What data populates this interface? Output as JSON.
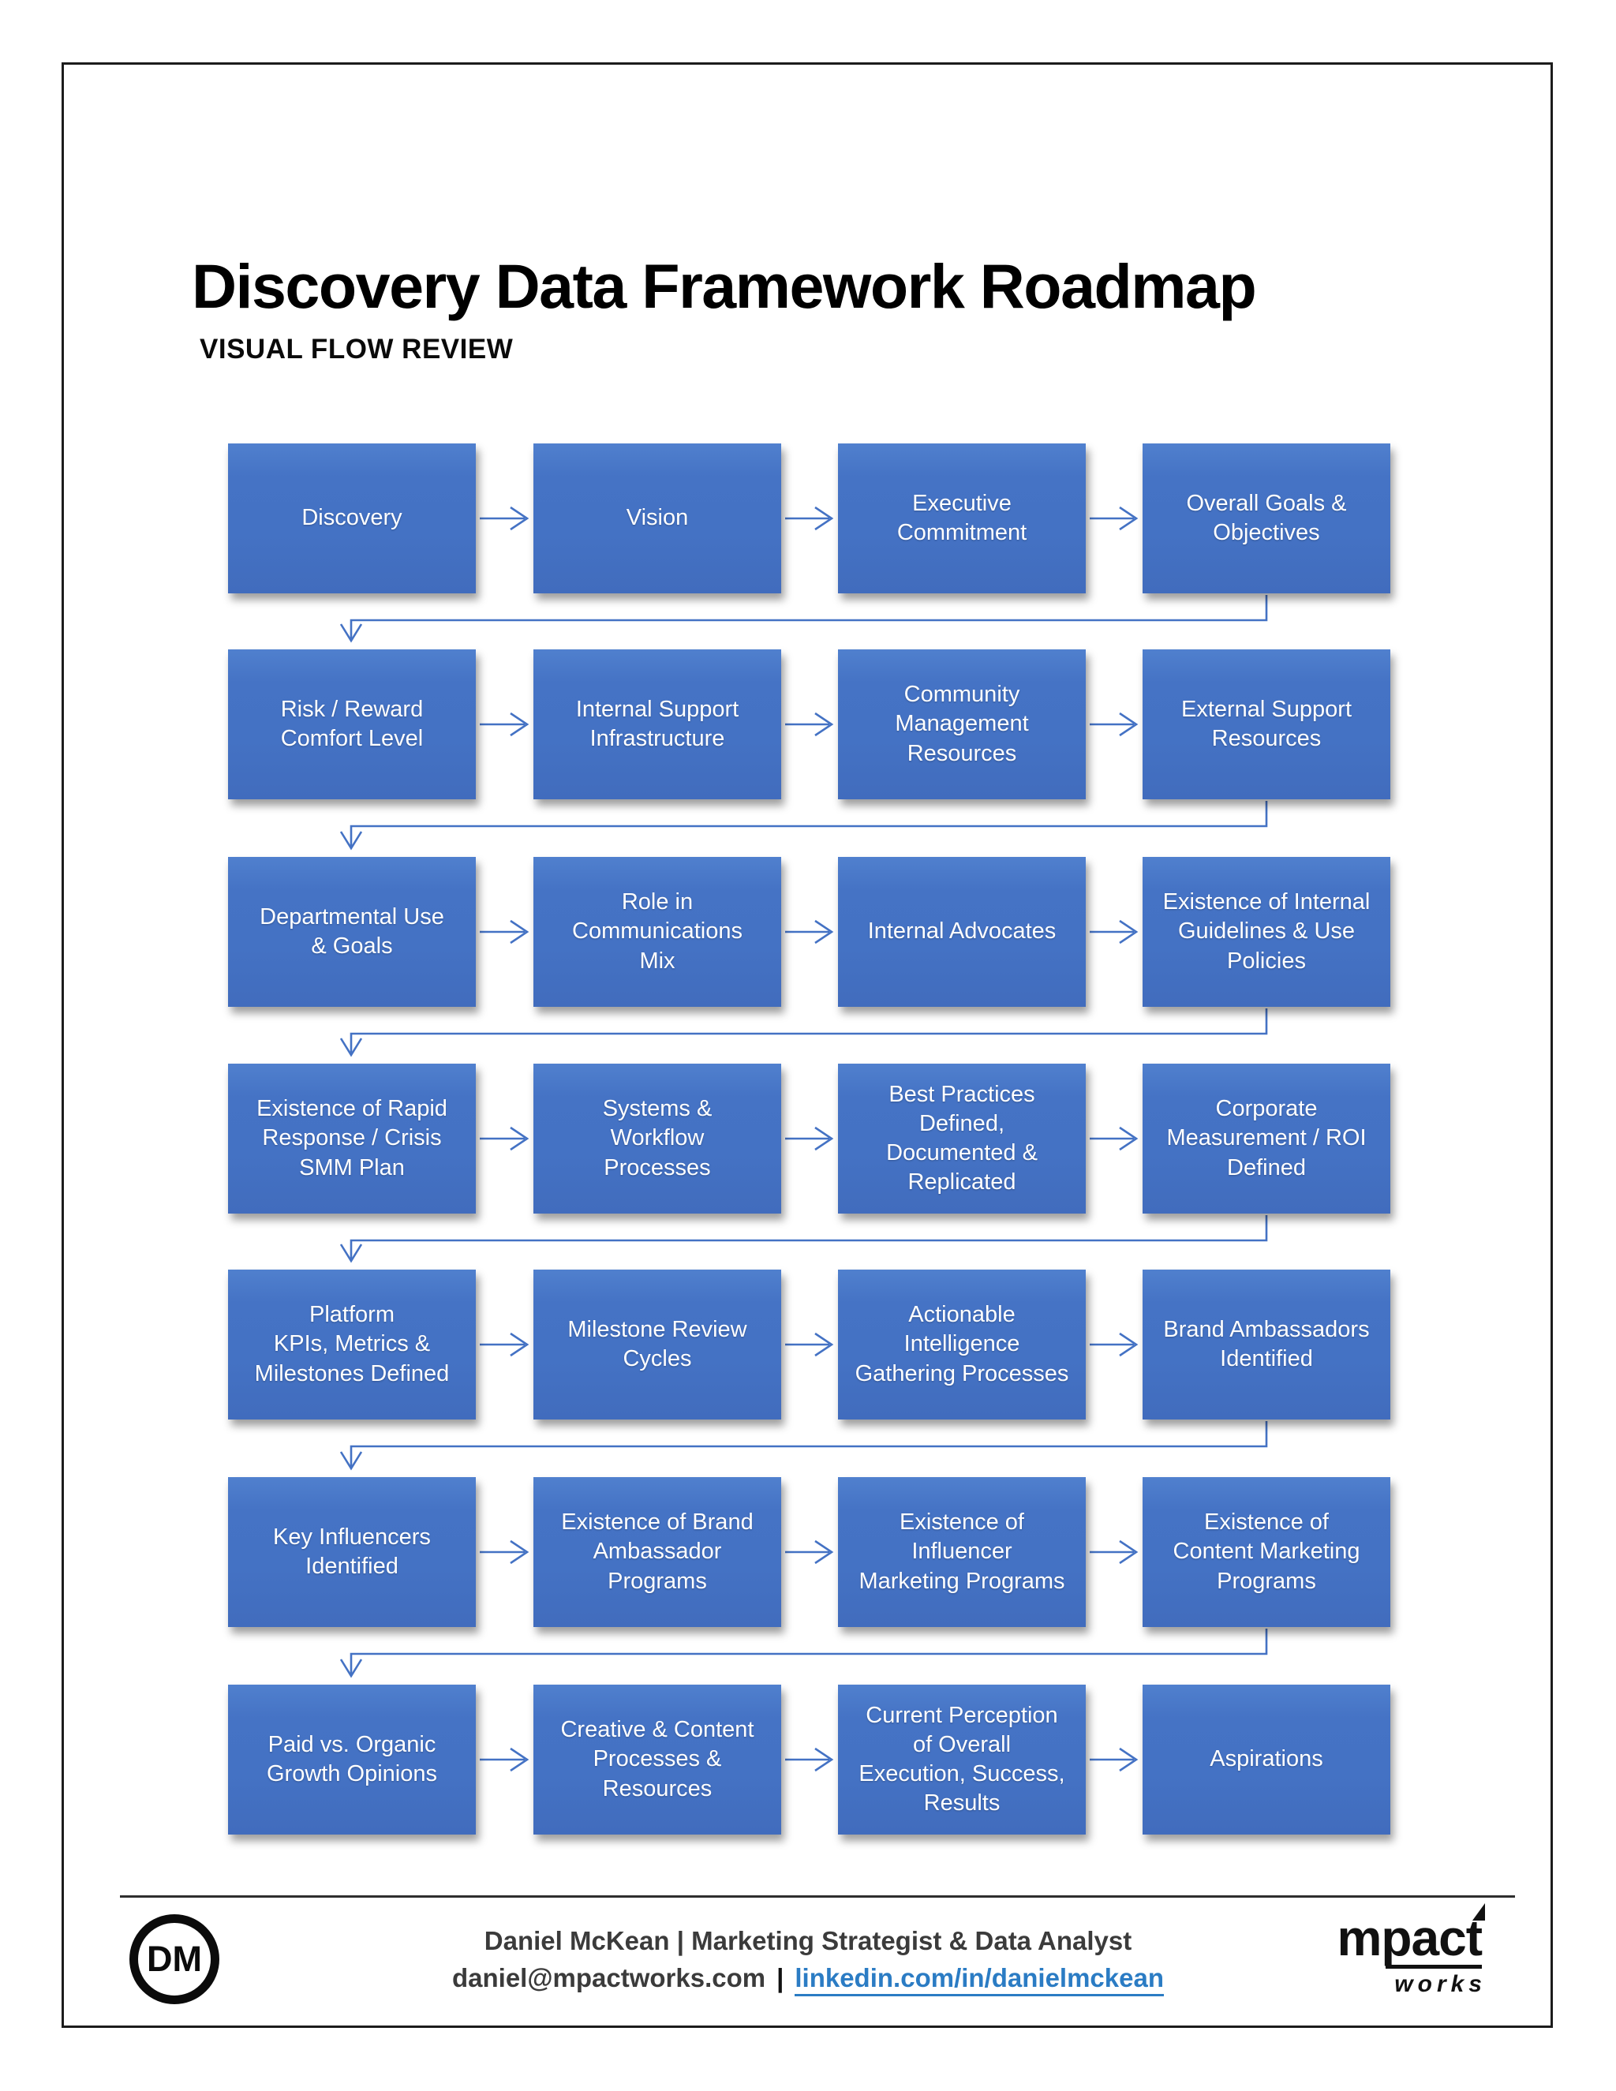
{
  "title": "Discovery Data Framework Roadmap",
  "subtitle": "VISUAL FLOW REVIEW",
  "colors": {
    "box_blue": "#4472C4",
    "arrow_blue": "#4472C4",
    "link_blue": "#2B7CC4",
    "frame_black": "#1C1C1C",
    "box_text": "#FFFFFF"
  },
  "rows": [
    [
      "Discovery",
      "Vision",
      "Executive\nCommitment",
      "Overall Goals &\nObjectives"
    ],
    [
      "Risk / Reward\nComfort Level",
      "Internal Support\nInfrastructure",
      "Community\nManagement\nResources",
      "External Support\nResources"
    ],
    [
      "Departmental Use\n& Goals",
      "Role in\nCommunications\nMix",
      "Internal Advocates",
      "Existence of Internal\nGuidelines & Use\nPolicies"
    ],
    [
      "Existence of Rapid\nResponse / Crisis\nSMM Plan",
      "Systems &\nWorkflow\nProcesses",
      "Best Practices\nDefined,\nDocumented &\nReplicated",
      "Corporate\nMeasurement / ROI\nDefined"
    ],
    [
      "Platform\nKPIs, Metrics &\nMilestones Defined",
      "Milestone Review\nCycles",
      "Actionable\nIntelligence\nGathering Processes",
      "Brand Ambassadors\nIdentified"
    ],
    [
      "Key Influencers\nIdentified",
      "Existence of Brand\nAmbassador\nPrograms",
      "Existence of\nInfluencer\nMarketing Programs",
      "Existence of\nContent Marketing\nPrograms"
    ],
    [
      "Paid vs. Organic\nGrowth Opinions",
      "Creative & Content\nProcesses &\nResources",
      "Current Perception\nof Overall\nExecution, Success,\nResults",
      "Aspirations"
    ]
  ],
  "footer": {
    "logo_initials": "DM",
    "name_line": "Daniel McKean | Marketing Strategist & Data Analyst",
    "email": "daniel@mpactworks.com",
    "pipe": "|",
    "link": "linkedin.com/in/danielmckean",
    "brand_word": "mpact",
    "brand_sub": "works"
  }
}
